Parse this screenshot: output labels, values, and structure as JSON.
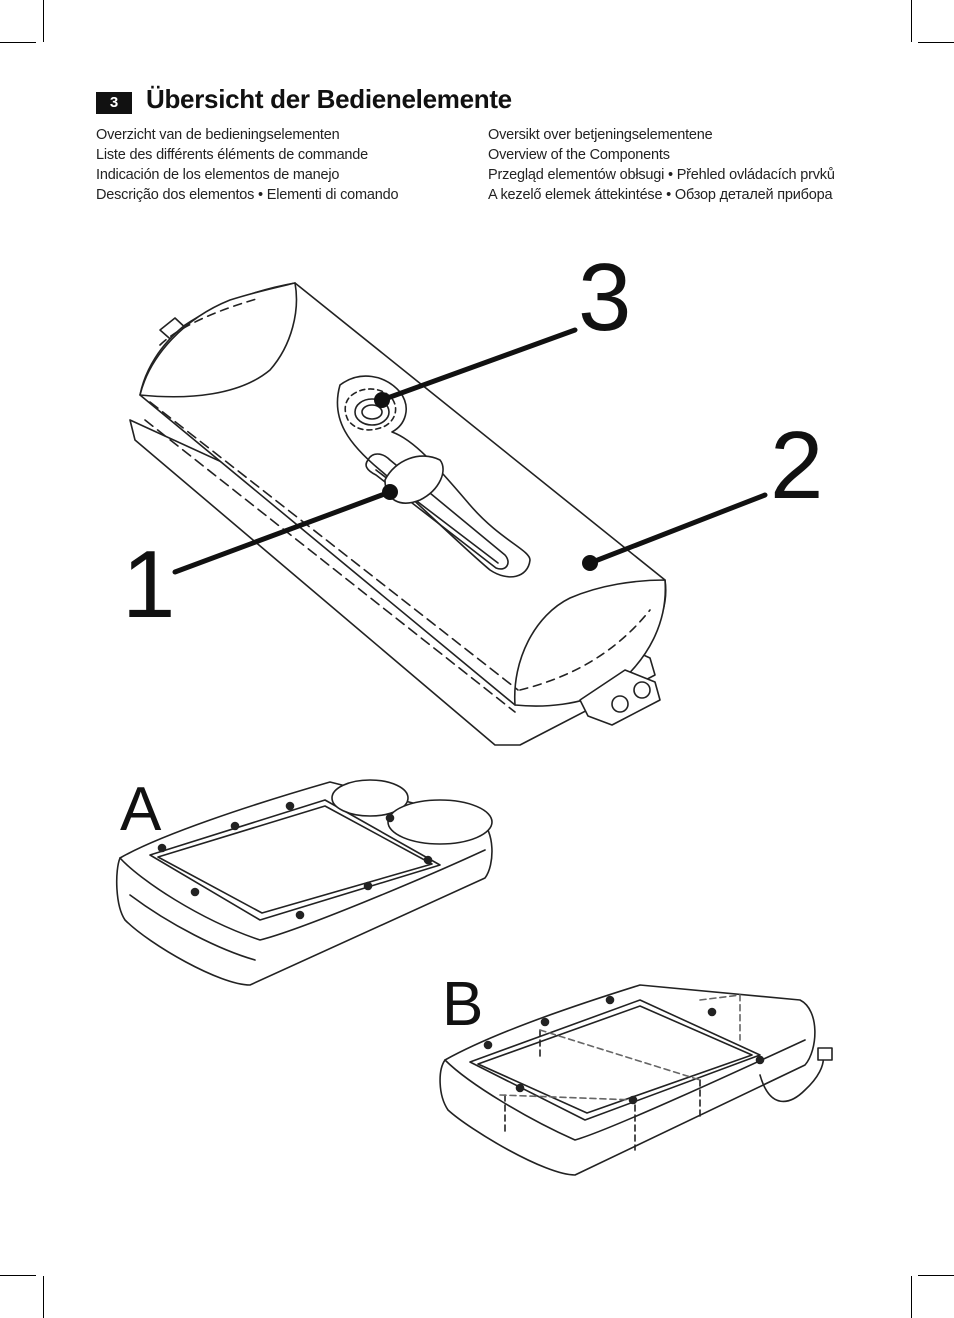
{
  "header": {
    "page_number": "3",
    "title": "Übersicht der Bedienelemente"
  },
  "subtitles": {
    "left": [
      "Overzicht van de bedieningselementen",
      "Liste des différents éléments de commande",
      "Indicación de los elementos de manejo",
      "Descrição dos elementos • Elementi di comando"
    ],
    "right": [
      "Oversikt over betjeningselementene",
      "Overview of the Components",
      "Przegląd elementów obłsugi • Přehled ovládacích prvků",
      "A kezelő elemek áttekintése • Обзор деталей прибора"
    ]
  },
  "figure": {
    "callouts": [
      "1",
      "2",
      "3"
    ],
    "panel_labels": [
      "A",
      "B"
    ]
  }
}
